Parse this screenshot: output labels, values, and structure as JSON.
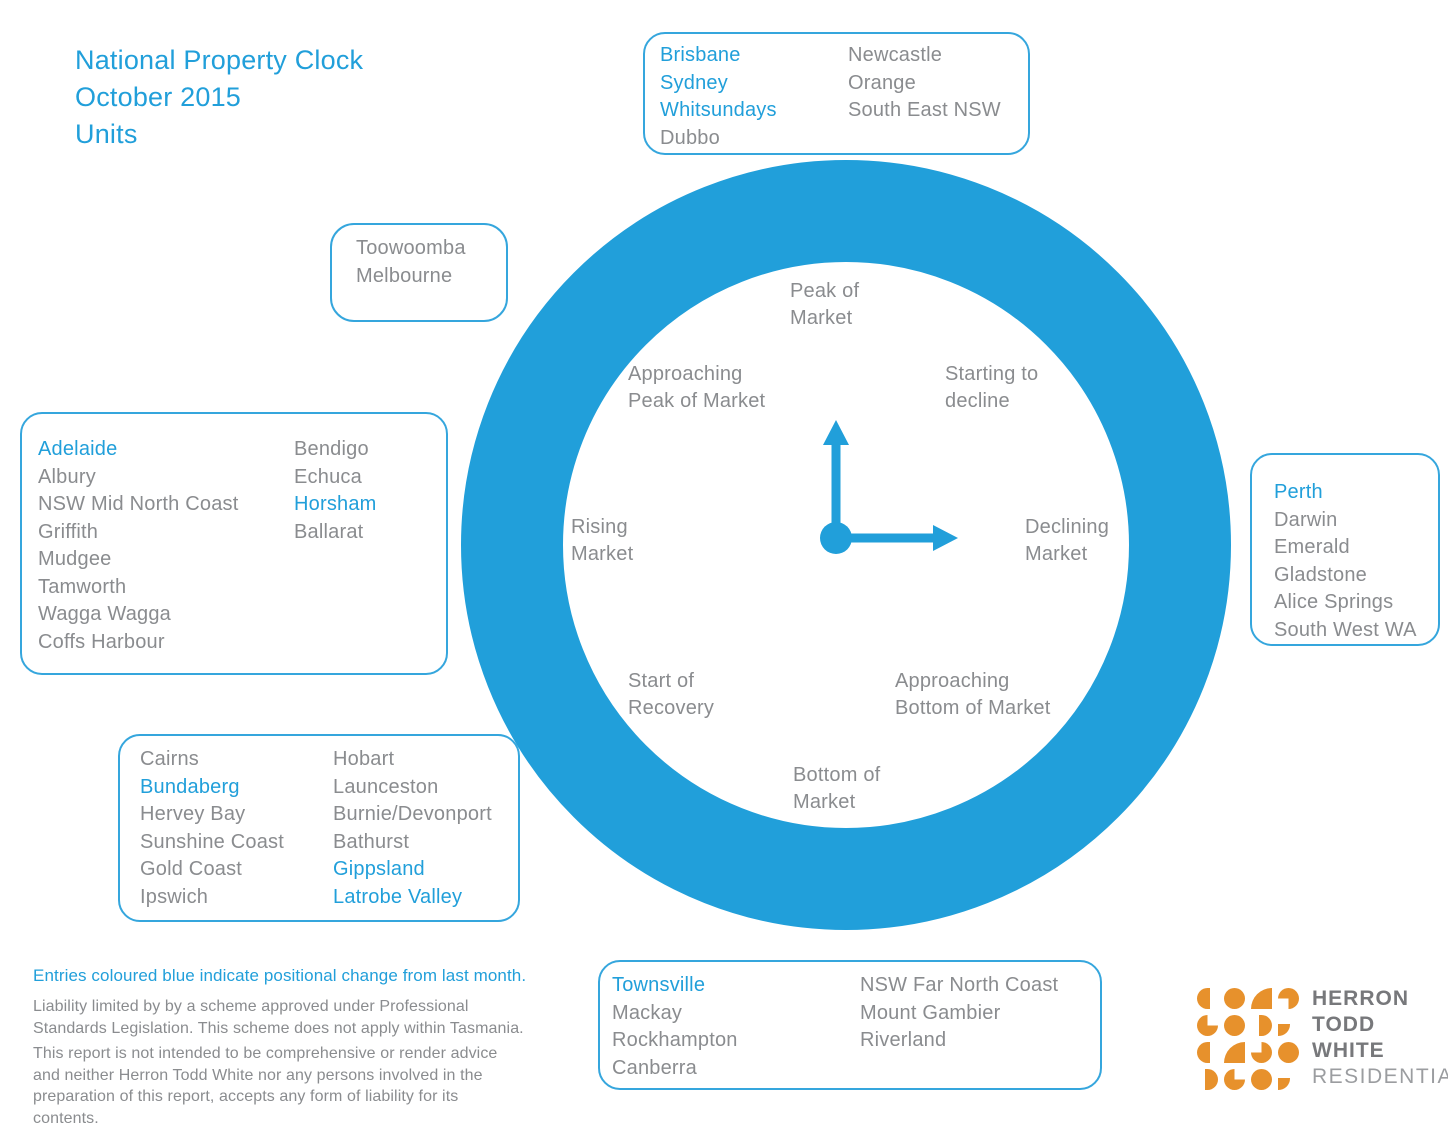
{
  "title": {
    "line1": "National Property Clock",
    "line2": "October 2015",
    "line3": "Units"
  },
  "clock": {
    "peak": {
      "l1": "Peak of",
      "l2": "Market"
    },
    "approaching_peak": {
      "l1": "Approaching",
      "l2": "Peak of Market"
    },
    "starting_to_decline": {
      "l1": "Starting to",
      "l2": "decline"
    },
    "rising": {
      "l1": "Rising",
      "l2": "Market"
    },
    "declining": {
      "l1": "Declining",
      "l2": "Market"
    },
    "start_of_recovery": {
      "l1": "Start of",
      "l2": "Recovery"
    },
    "approaching_bottom": {
      "l1": "Approaching",
      "l2": "Bottom of Market"
    },
    "bottom": {
      "l1": "Bottom of",
      "l2": "Market"
    }
  },
  "boxes": {
    "top": {
      "col1": [
        {
          "label": "Brisbane",
          "changed": true
        },
        {
          "label": "Sydney",
          "changed": true
        },
        {
          "label": "Whitsundays",
          "changed": true
        },
        {
          "label": "Dubbo",
          "changed": false
        }
      ],
      "col2": [
        {
          "label": "Newcastle",
          "changed": false
        },
        {
          "label": "Orange",
          "changed": false
        },
        {
          "label": "South East NSW",
          "changed": false
        }
      ]
    },
    "upper_left": {
      "col1": [
        {
          "label": "Toowoomba",
          "changed": false
        },
        {
          "label": "Melbourne",
          "changed": false
        }
      ]
    },
    "left": {
      "col1": [
        {
          "label": "Adelaide",
          "changed": true
        },
        {
          "label": "Albury",
          "changed": false
        },
        {
          "label": "NSW Mid North Coast",
          "changed": false
        },
        {
          "label": "Griffith",
          "changed": false
        },
        {
          "label": "Mudgee",
          "changed": false
        },
        {
          "label": "Tamworth",
          "changed": false
        },
        {
          "label": "Wagga Wagga",
          "changed": false
        },
        {
          "label": "Coffs Harbour",
          "changed": false
        }
      ],
      "col2": [
        {
          "label": "Bendigo",
          "changed": false
        },
        {
          "label": "Echuca",
          "changed": false
        },
        {
          "label": "Horsham",
          "changed": true
        },
        {
          "label": "Ballarat",
          "changed": false
        }
      ]
    },
    "right": {
      "col1": [
        {
          "label": "Perth",
          "changed": true
        },
        {
          "label": "Darwin",
          "changed": false
        },
        {
          "label": "Emerald",
          "changed": false
        },
        {
          "label": "Gladstone",
          "changed": false
        },
        {
          "label": "Alice Springs",
          "changed": false
        },
        {
          "label": "South West WA",
          "changed": false
        }
      ]
    },
    "lower_left": {
      "col1": [
        {
          "label": "Cairns",
          "changed": false
        },
        {
          "label": "Bundaberg",
          "changed": true
        },
        {
          "label": "Hervey Bay",
          "changed": false
        },
        {
          "label": "Sunshine Coast",
          "changed": false
        },
        {
          "label": "Gold Coast",
          "changed": false
        },
        {
          "label": "Ipswich",
          "changed": false
        }
      ],
      "col2": [
        {
          "label": "Hobart",
          "changed": false
        },
        {
          "label": "Launceston",
          "changed": false
        },
        {
          "label": "Burnie/Devonport",
          "changed": false
        },
        {
          "label": "Bathurst",
          "changed": false
        },
        {
          "label": "Gippsland",
          "changed": true
        },
        {
          "label": "Latrobe Valley",
          "changed": true
        }
      ]
    },
    "bottom": {
      "col1": [
        {
          "label": "Townsville",
          "changed": true
        },
        {
          "label": "Mackay",
          "changed": false
        },
        {
          "label": "Rockhampton",
          "changed": false
        },
        {
          "label": "Canberra",
          "changed": false
        }
      ],
      "col2": [
        {
          "label": "NSW Far North Coast",
          "changed": false
        },
        {
          "label": "Mount Gambier",
          "changed": false
        },
        {
          "label": "Riverland",
          "changed": false
        }
      ]
    }
  },
  "footer": {
    "notice": "Entries coloured blue indicate positional change from last month.",
    "para1_l1": "Liability limited by by a scheme approved under Professional",
    "para1_l2": "Standards Legislation. This scheme does not apply within Tasmania.",
    "para2_l1": "This report is not intended to be comprehensive or render advice",
    "para2_l2": "and neither Herron Todd White nor any persons involved in the",
    "para2_l3": "preparation of this report, accepts any form of liability for its",
    "para2_l4": "contents."
  },
  "logo": {
    "word1": "HERRON",
    "word2": "TODD",
    "word3": "WHITE",
    "word4": "RESIDENTIAL",
    "grid": [
      "s-halfL",
      "s-circle",
      "s-qtl",
      "s-pac-bl",
      "s-pac-tr",
      "s-circle",
      "s-halfR",
      "s-comma",
      "s-halfL",
      "s-qtl",
      "s-pac-tl",
      "s-circle",
      "s-halfR",
      "s-pac-tr",
      "s-circle",
      "s-comma"
    ]
  },
  "colors": {
    "blue": "#219fda",
    "gray": "#8a8c8f",
    "orange": "#e7912c"
  }
}
